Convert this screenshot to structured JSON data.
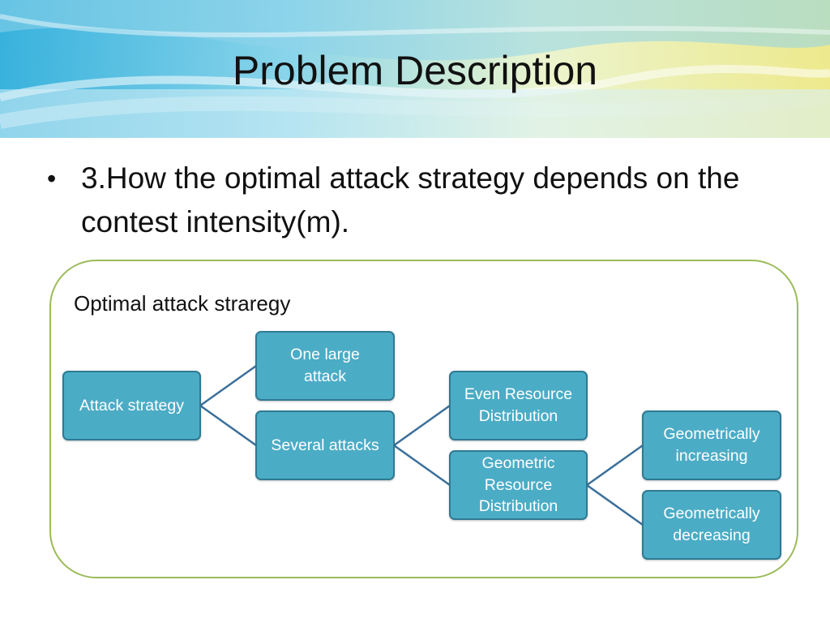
{
  "slide": {
    "title": "Problem Description",
    "bullet": "3.How the optimal attack strategy depends on the contest intensity(m).",
    "bullet_marker": "•"
  },
  "diagram": {
    "title": "Optimal attack straregy",
    "nodes": {
      "root": "Attack strategy",
      "one_large": "One large attack",
      "several": "Several attacks",
      "even": "Even Resource Distribution",
      "geometric": "Geometric Resource Distribution",
      "increasing": "Geometrically increasing",
      "decreasing": "Geometrically decreasing"
    },
    "colors": {
      "node_fill": "#4bacc6",
      "node_border": "#2f7a92",
      "connector": "#3b6f9a",
      "frame": "#9bbb59"
    }
  }
}
